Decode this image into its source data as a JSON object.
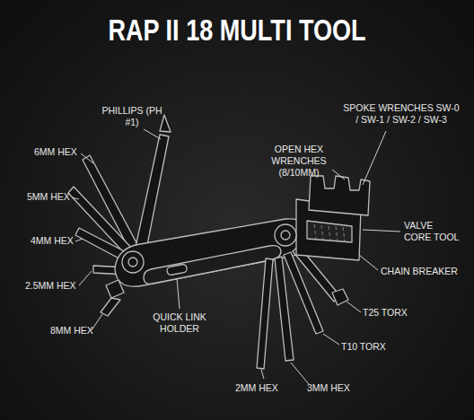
{
  "diagram": {
    "title": "RAP II 18 MULTI TOOL",
    "labels": [
      "PHILLIPS (PH #1)",
      "SPOKE WRENCHES SW-0 / SW-1 / SW-2 / SW-3",
      "OPEN HEX WRENCHES (8/10MM)",
      "6MM HEX",
      "5MM HEX",
      "VALVE CORE TOOL",
      "4MM HEX",
      "CHAIN BREAKER",
      "2.5MM HEX",
      "T25 TORX",
      "8MM HEX",
      "QUICK LINK HOLDER",
      "T10 TORX",
      "2MM HEX",
      "3MM HEX"
    ]
  }
}
